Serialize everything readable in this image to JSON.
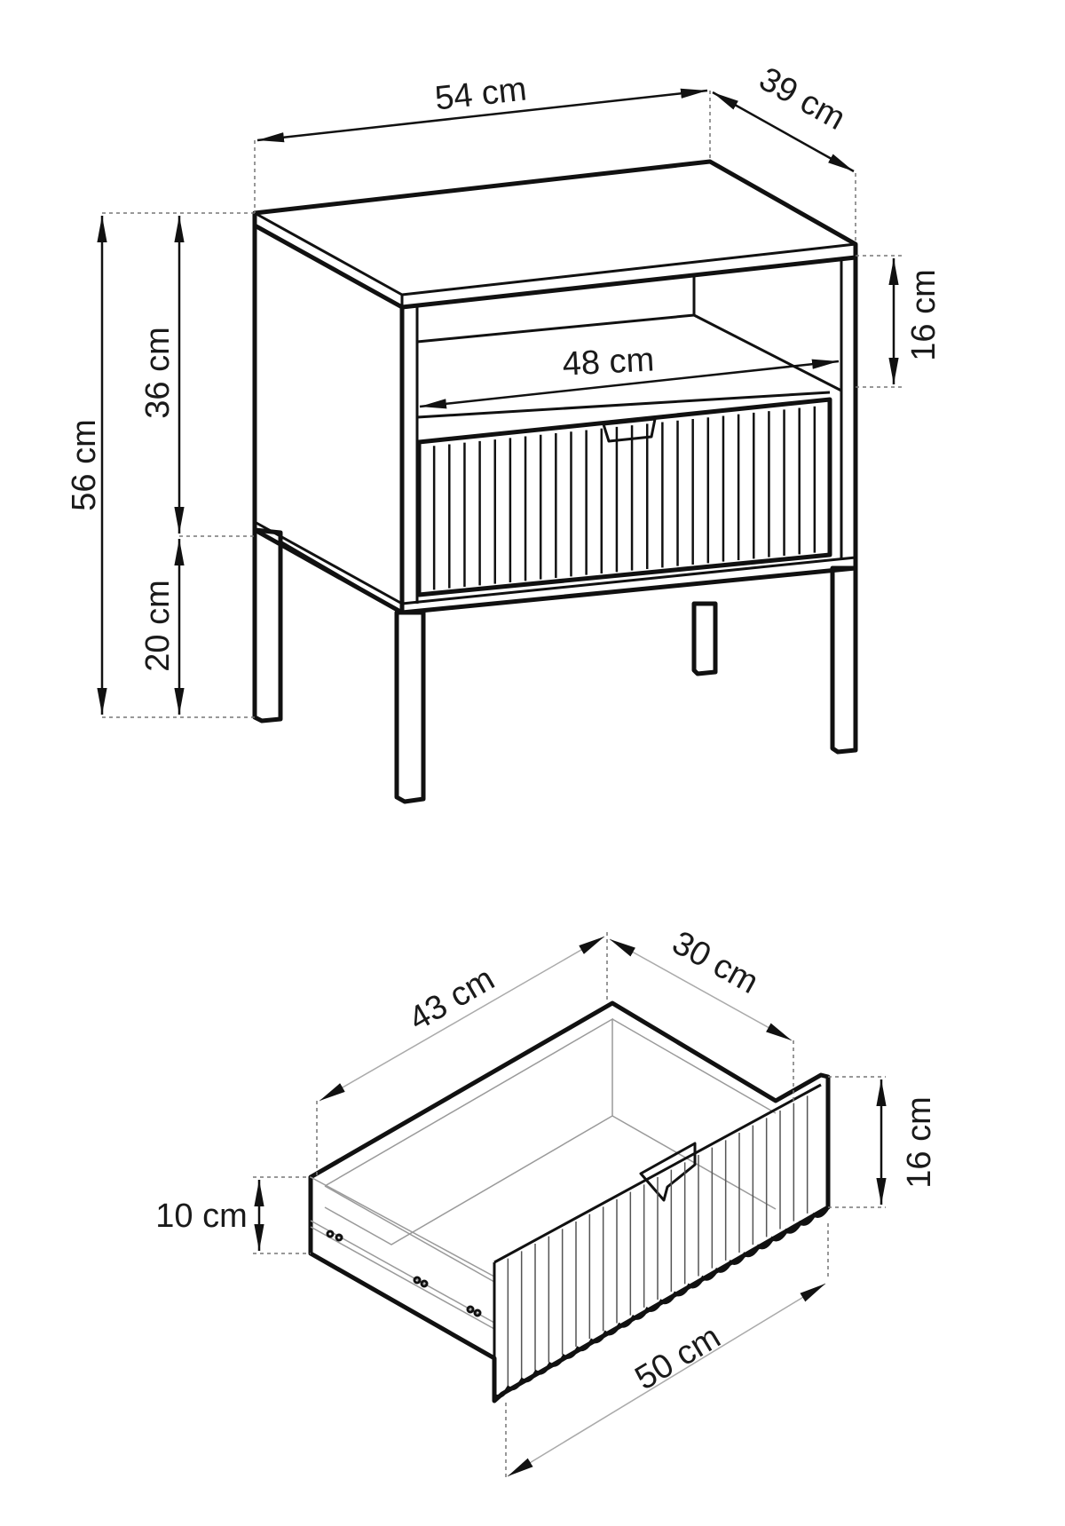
{
  "nightstand": {
    "dimensions": {
      "width": "54 cm",
      "depth": "39 cm",
      "total_height": "56 cm",
      "body_height": "36 cm",
      "leg_height": "20 cm",
      "shelf_height": "16 cm",
      "inner_width": "48 cm"
    }
  },
  "drawer": {
    "dimensions": {
      "length": "43 cm",
      "depth": "30 cm",
      "front_height": "16 cm",
      "side_height": "10 cm",
      "front_width": "50 cm"
    }
  }
}
